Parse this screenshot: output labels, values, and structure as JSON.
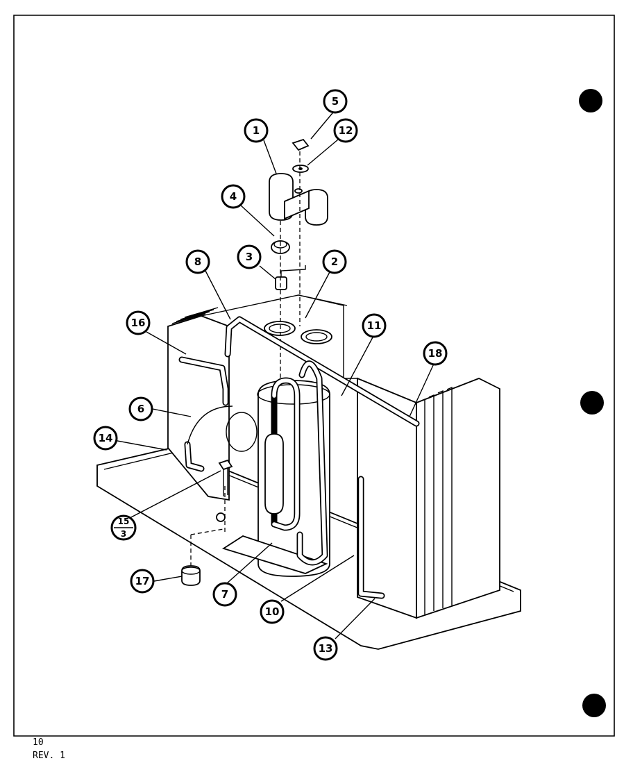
{
  "footer": {
    "page_number": "10",
    "revision": "REV. 1"
  },
  "callouts": {
    "c1": "1",
    "c2": "2",
    "c3": "3",
    "c4": "4",
    "c5": "5",
    "c6": "6",
    "c7": "7",
    "c8": "8",
    "c10": "10",
    "c11": "11",
    "c12": "12",
    "c13": "13",
    "c14": "14",
    "c16": "16",
    "c17": "17",
    "c18": "18",
    "c15_top": "15",
    "c15_bottom": "3"
  },
  "colors": {
    "ink": "#000000",
    "paper": "#ffffff"
  }
}
